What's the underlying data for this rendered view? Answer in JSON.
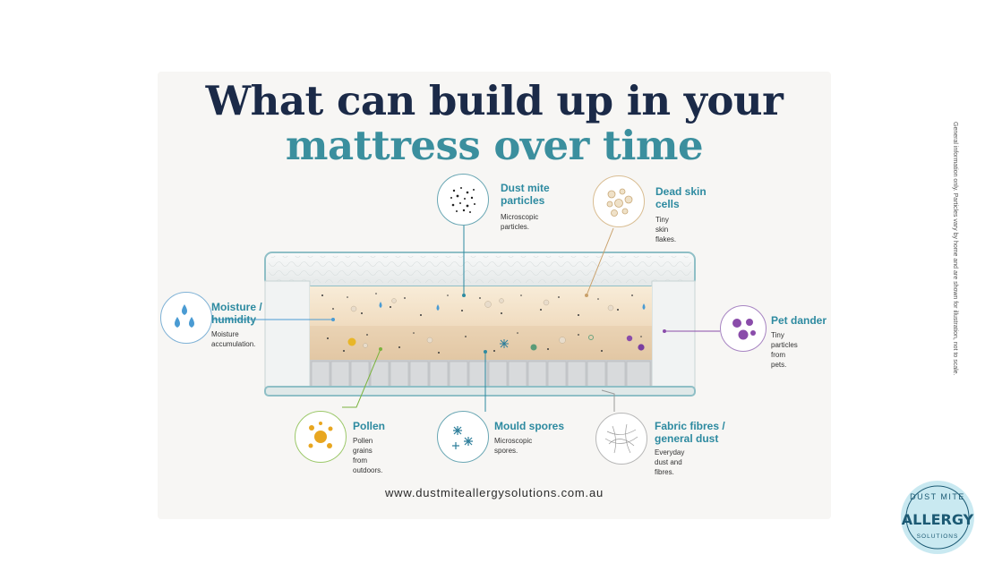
{
  "title": {
    "line1": "What can build up in your",
    "line2": "mattress over time"
  },
  "callouts": {
    "dust_mite": {
      "title_l1": "Dust mite",
      "title_l2": "particles",
      "desc_l1": "Microscopic",
      "desc_l2": "particles."
    },
    "dead_skin": {
      "title_l1": "Dead skin",
      "title_l2": "cells",
      "desc_l1": "Tiny skin flakes."
    },
    "moisture": {
      "title_l1": "Moisture /",
      "title_l2": "humidity",
      "desc_l1": "Moisture",
      "desc_l2": "accumulation."
    },
    "pet_dander": {
      "title_l1": "Pet dander",
      "desc_l1": "Tiny particles",
      "desc_l2": "from pets."
    },
    "pollen": {
      "title_l1": "Pollen",
      "desc_l1": "Pollen grains",
      "desc_l2": "from outdoors."
    },
    "mould": {
      "title_l1": "Mould spores",
      "desc_l1": "Microscopic",
      "desc_l2": "spores."
    },
    "fabric": {
      "title_l1": "Fabric fibres /",
      "title_l2": "general dust",
      "desc_l1": "Everyday dust and",
      "desc_l2": "fibres."
    }
  },
  "website": "www.dustmiteallergysolutions.com.au",
  "side_note": "General information only. Particles vary by home and are shown for illustration, not to scale.",
  "logo": {
    "top_text": "DUST MITE",
    "main_text": "ALLERGY",
    "bottom_text": "SOLUTIONS"
  },
  "colors": {
    "navy": "#1b2a48",
    "teal": "#3b8f9e",
    "callout_title": "#2d8aa0",
    "logo_bg": "#c9e9f1"
  }
}
